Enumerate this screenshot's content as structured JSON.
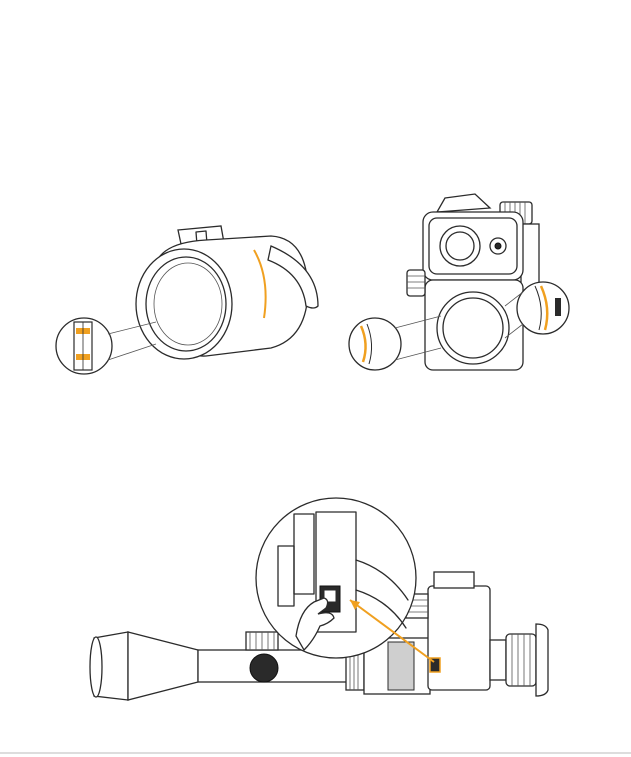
{
  "colors": {
    "accent": "#f0a020",
    "line": "#2b2b2b"
  },
  "figures": [
    {
      "id": "fig-adapter",
      "icon": "adapter-ring-icon"
    },
    {
      "id": "fig-device",
      "icon": "night-vision-clip-on-icon"
    },
    {
      "id": "fig-mount",
      "icon": "rifle-scope-mounting-icon"
    }
  ]
}
